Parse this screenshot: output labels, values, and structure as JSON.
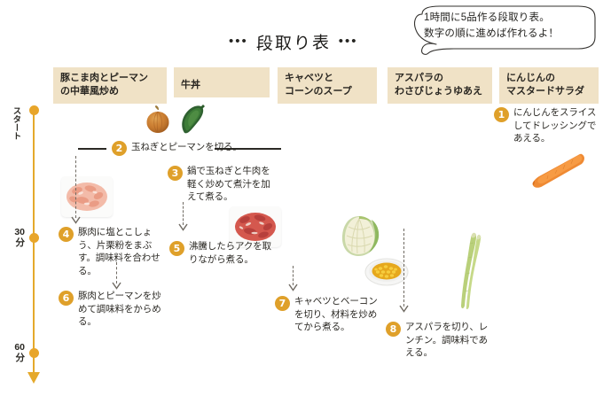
{
  "bubble": {
    "text": "1時間に5品作る段取り表。\n数字の順に進めば作れるよ！"
  },
  "title": {
    "dots_left": "•••",
    "text": "段取り表",
    "dots_right": "•••"
  },
  "columns": [
    {
      "label": "豚こま肉とピーマン\nの中華風炒め"
    },
    {
      "label": "牛丼"
    },
    {
      "label": "キャベツと\nコーンのスープ"
    },
    {
      "label": "アスパラの\nわさびじょうゆあえ"
    },
    {
      "label": "にんじんの\nマスタードサラダ"
    }
  ],
  "timeline": {
    "marks": [
      {
        "label": "スタート"
      },
      {
        "label": "30\n分"
      },
      {
        "label": "60\n分"
      }
    ]
  },
  "steps": [
    {
      "num": "1",
      "text": "にんじんをスライスしてドレッシングであえる。"
    },
    {
      "num": "2",
      "text": "玉ねぎとピーマンを切る。"
    },
    {
      "num": "3",
      "text": "鍋で玉ねぎと牛肉を軽く炒めて煮汁を加えて煮る。"
    },
    {
      "num": "4",
      "text": "豚肉に塩とこしょう、片栗粉をまぶす。調味料を合わせる。"
    },
    {
      "num": "5",
      "text": "沸騰したらアクを取りながら煮る。"
    },
    {
      "num": "6",
      "text": "豚肉とピーマンを炒めて調味料をからめる。"
    },
    {
      "num": "7",
      "text": "キャベツとベーコンを切り、材料を炒めてから煮る。"
    },
    {
      "num": "8",
      "text": "アスパラを切り、レンチン。調味料であえる。"
    }
  ],
  "photos": [
    {
      "name": "onion"
    },
    {
      "name": "green-pepper"
    },
    {
      "name": "pork-tray"
    },
    {
      "name": "beef-tray"
    },
    {
      "name": "cabbage"
    },
    {
      "name": "corn-bowl"
    },
    {
      "name": "asparagus"
    },
    {
      "name": "carrot"
    }
  ],
  "colors": {
    "header_bg": "#f0e2c6",
    "accent": "#dfa02a",
    "timeline": "#e5a92b",
    "text": "#2b2924"
  }
}
